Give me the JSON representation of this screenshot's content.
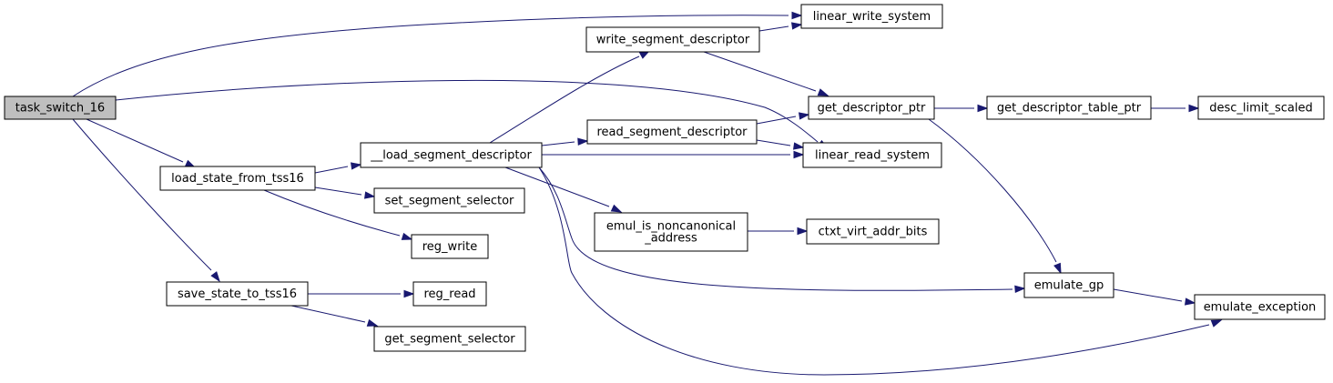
{
  "diagram": {
    "type": "call-graph",
    "colors": {
      "edge": "#191970",
      "root_fill": "#bfbfbf",
      "node_fill": "#ffffff",
      "node_border": "#000000"
    },
    "nodes": [
      {
        "id": "task_switch_16",
        "label": "task_switch_16",
        "root": true
      },
      {
        "id": "load_state_from_tss16",
        "label": "load_state_from_tss16"
      },
      {
        "id": "save_state_to_tss16",
        "label": "save_state_to_tss16"
      },
      {
        "id": "__load_segment_descriptor",
        "label": "__load_segment_descriptor"
      },
      {
        "id": "set_segment_selector",
        "label": "set_segment_selector"
      },
      {
        "id": "reg_write",
        "label": "reg_write"
      },
      {
        "id": "reg_read",
        "label": "reg_read"
      },
      {
        "id": "get_segment_selector",
        "label": "get_segment_selector"
      },
      {
        "id": "write_segment_descriptor",
        "label": "write_segment_descriptor"
      },
      {
        "id": "read_segment_descriptor",
        "label": "read_segment_descriptor"
      },
      {
        "id": "emul_is_noncanonical_address",
        "label": "emul_is_noncanonical\n_address"
      },
      {
        "id": "linear_write_system",
        "label": "linear_write_system"
      },
      {
        "id": "get_descriptor_ptr",
        "label": "get_descriptor_ptr"
      },
      {
        "id": "linear_read_system",
        "label": "linear_read_system"
      },
      {
        "id": "ctxt_virt_addr_bits",
        "label": "ctxt_virt_addr_bits"
      },
      {
        "id": "emulate_gp",
        "label": "emulate_gp"
      },
      {
        "id": "get_descriptor_table_ptr",
        "label": "get_descriptor_table_ptr"
      },
      {
        "id": "desc_limit_scaled",
        "label": "desc_limit_scaled"
      },
      {
        "id": "emulate_exception",
        "label": "emulate_exception"
      }
    ],
    "edges": [
      {
        "from": "task_switch_16",
        "to": "linear_write_system"
      },
      {
        "from": "task_switch_16",
        "to": "linear_read_system"
      },
      {
        "from": "task_switch_16",
        "to": "load_state_from_tss16"
      },
      {
        "from": "task_switch_16",
        "to": "save_state_to_tss16"
      },
      {
        "from": "load_state_from_tss16",
        "to": "__load_segment_descriptor"
      },
      {
        "from": "load_state_from_tss16",
        "to": "set_segment_selector"
      },
      {
        "from": "load_state_from_tss16",
        "to": "reg_write"
      },
      {
        "from": "save_state_to_tss16",
        "to": "reg_read"
      },
      {
        "from": "save_state_to_tss16",
        "to": "get_segment_selector"
      },
      {
        "from": "__load_segment_descriptor",
        "to": "write_segment_descriptor"
      },
      {
        "from": "__load_segment_descriptor",
        "to": "read_segment_descriptor"
      },
      {
        "from": "__load_segment_descriptor",
        "to": "linear_read_system"
      },
      {
        "from": "__load_segment_descriptor",
        "to": "emul_is_noncanonical_address"
      },
      {
        "from": "__load_segment_descriptor",
        "to": "emulate_gp"
      },
      {
        "from": "__load_segment_descriptor",
        "to": "emulate_exception"
      },
      {
        "from": "write_segment_descriptor",
        "to": "linear_write_system"
      },
      {
        "from": "write_segment_descriptor",
        "to": "get_descriptor_ptr"
      },
      {
        "from": "read_segment_descriptor",
        "to": "get_descriptor_ptr"
      },
      {
        "from": "read_segment_descriptor",
        "to": "linear_read_system"
      },
      {
        "from": "emul_is_noncanonical_address",
        "to": "ctxt_virt_addr_bits"
      },
      {
        "from": "get_descriptor_ptr",
        "to": "get_descriptor_table_ptr"
      },
      {
        "from": "get_descriptor_ptr",
        "to": "emulate_gp"
      },
      {
        "from": "get_descriptor_table_ptr",
        "to": "desc_limit_scaled"
      },
      {
        "from": "emulate_gp",
        "to": "emulate_exception"
      }
    ]
  }
}
